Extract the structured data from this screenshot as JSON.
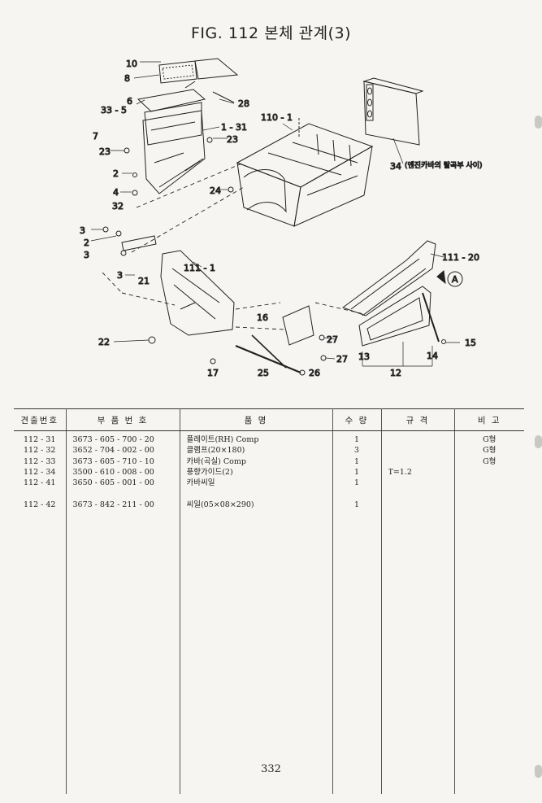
{
  "page": {
    "title": "FIG. 112 본체 관계(3)",
    "page_number": "332"
  },
  "diagram": {
    "callouts": {
      "c10": "10",
      "c8": "8",
      "c33_5": "33 - 5",
      "c6": "6",
      "c28": "28",
      "c7": "7",
      "c1_31": "1 - 31",
      "c110_1": "110 - 1",
      "c23a": "23",
      "c23b": "23",
      "c2a": "2",
      "c4": "4",
      "c32": "32",
      "c24": "24",
      "c3a": "3",
      "c2b": "2",
      "c3b": "3",
      "c3c": "3",
      "c21": "21",
      "c111_1": "111 - 1",
      "c111_20": "111 - 20",
      "cA": "A",
      "c16": "16",
      "c22": "22",
      "c27a": "27",
      "c27b": "27",
      "c15": "15",
      "c13": "13",
      "c14": "14",
      "c12": "12",
      "c17": "17",
      "c25": "25",
      "c26": "26",
      "c34": "34"
    },
    "note_34": "(엔진카바의 탈곡부 사이)"
  },
  "table": {
    "headers": {
      "item_no": "견출번호",
      "part_no": "부 품 번 호",
      "name": "품 명",
      "qty": "수 량",
      "spec": "규 격",
      "remarks": "비 고"
    },
    "rows": [
      {
        "item_no": "112 - 31",
        "part_no": "3673 - 605 - 700 - 20",
        "name": "플레이트(RH) Comp",
        "qty": "1",
        "spec": "",
        "remarks": "G형"
      },
      {
        "item_no": "112 - 32",
        "part_no": "3652 - 704 - 002 - 00",
        "name": "클램프(20×180)",
        "qty": "3",
        "spec": "",
        "remarks": "G형"
      },
      {
        "item_no": "112 - 33",
        "part_no": "3673 - 605 - 710 - 10",
        "name": "카바(곡실) Comp",
        "qty": "1",
        "spec": "",
        "remarks": "G형"
      },
      {
        "item_no": "112 - 34",
        "part_no": "3500 - 610 - 008 - 00",
        "name": "풍향가이드(2)",
        "qty": "1",
        "spec": "T=1.2",
        "remarks": ""
      },
      {
        "item_no": "112 - 41",
        "part_no": "3650 - 605 - 001 - 00",
        "name": "카바씨일",
        "qty": "1",
        "spec": "",
        "remarks": ""
      },
      {
        "item_no": "",
        "part_no": "",
        "name": "",
        "qty": "",
        "spec": "",
        "remarks": ""
      },
      {
        "item_no": "112 - 42",
        "part_no": "3673 - 842 - 211 - 00",
        "name": "씨일(05×08×290)",
        "qty": "1",
        "spec": "",
        "remarks": ""
      }
    ]
  }
}
